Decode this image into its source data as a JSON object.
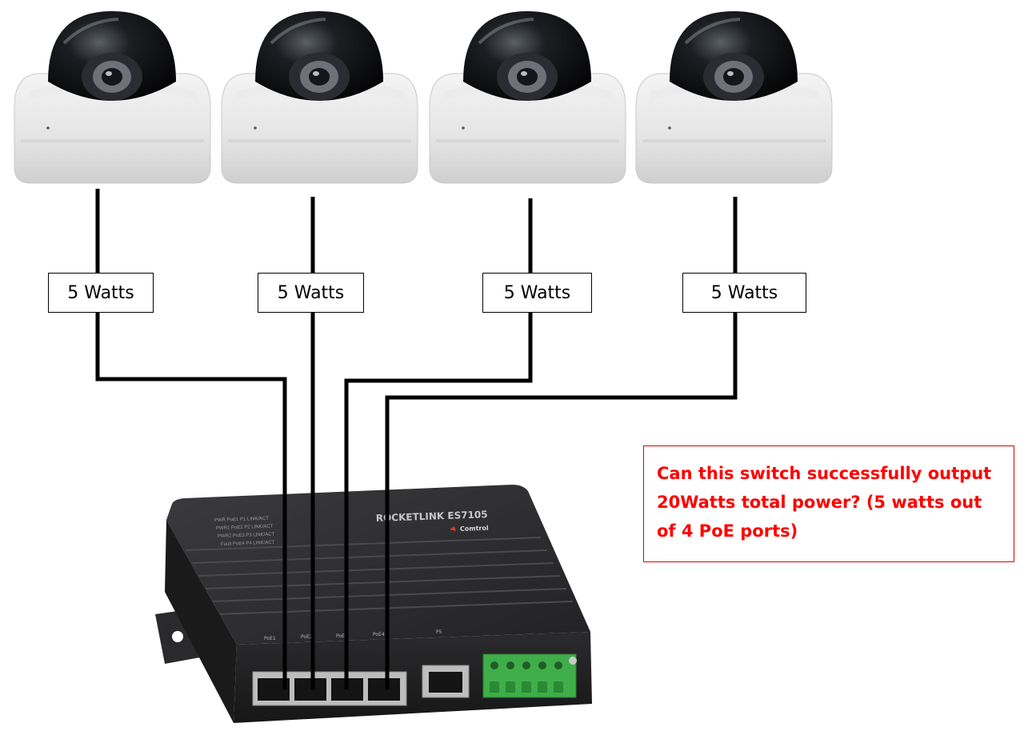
{
  "cameras": [
    {
      "id": "camera-1",
      "power_label": "5 Watts"
    },
    {
      "id": "camera-2",
      "power_label": "5 Watts"
    },
    {
      "id": "camera-3",
      "power_label": "5 Watts"
    },
    {
      "id": "camera-4",
      "power_label": "5 Watts"
    }
  ],
  "question": "Can this switch successfully output 20Watts total power? (5 watts out of 4 PoE ports)",
  "switch": {
    "brand": "ROCKETLINK ES7105",
    "maker": "Comtrol",
    "port_labels": [
      "PoE1",
      "PoE2",
      "PoE3",
      "PoE4",
      "P5"
    ]
  },
  "colors": {
    "question_text": "#ff0000",
    "question_border": "#e00000",
    "wire": "#000000",
    "switch_body": "#2f2f31",
    "terminal_block": "#3fae4a"
  }
}
